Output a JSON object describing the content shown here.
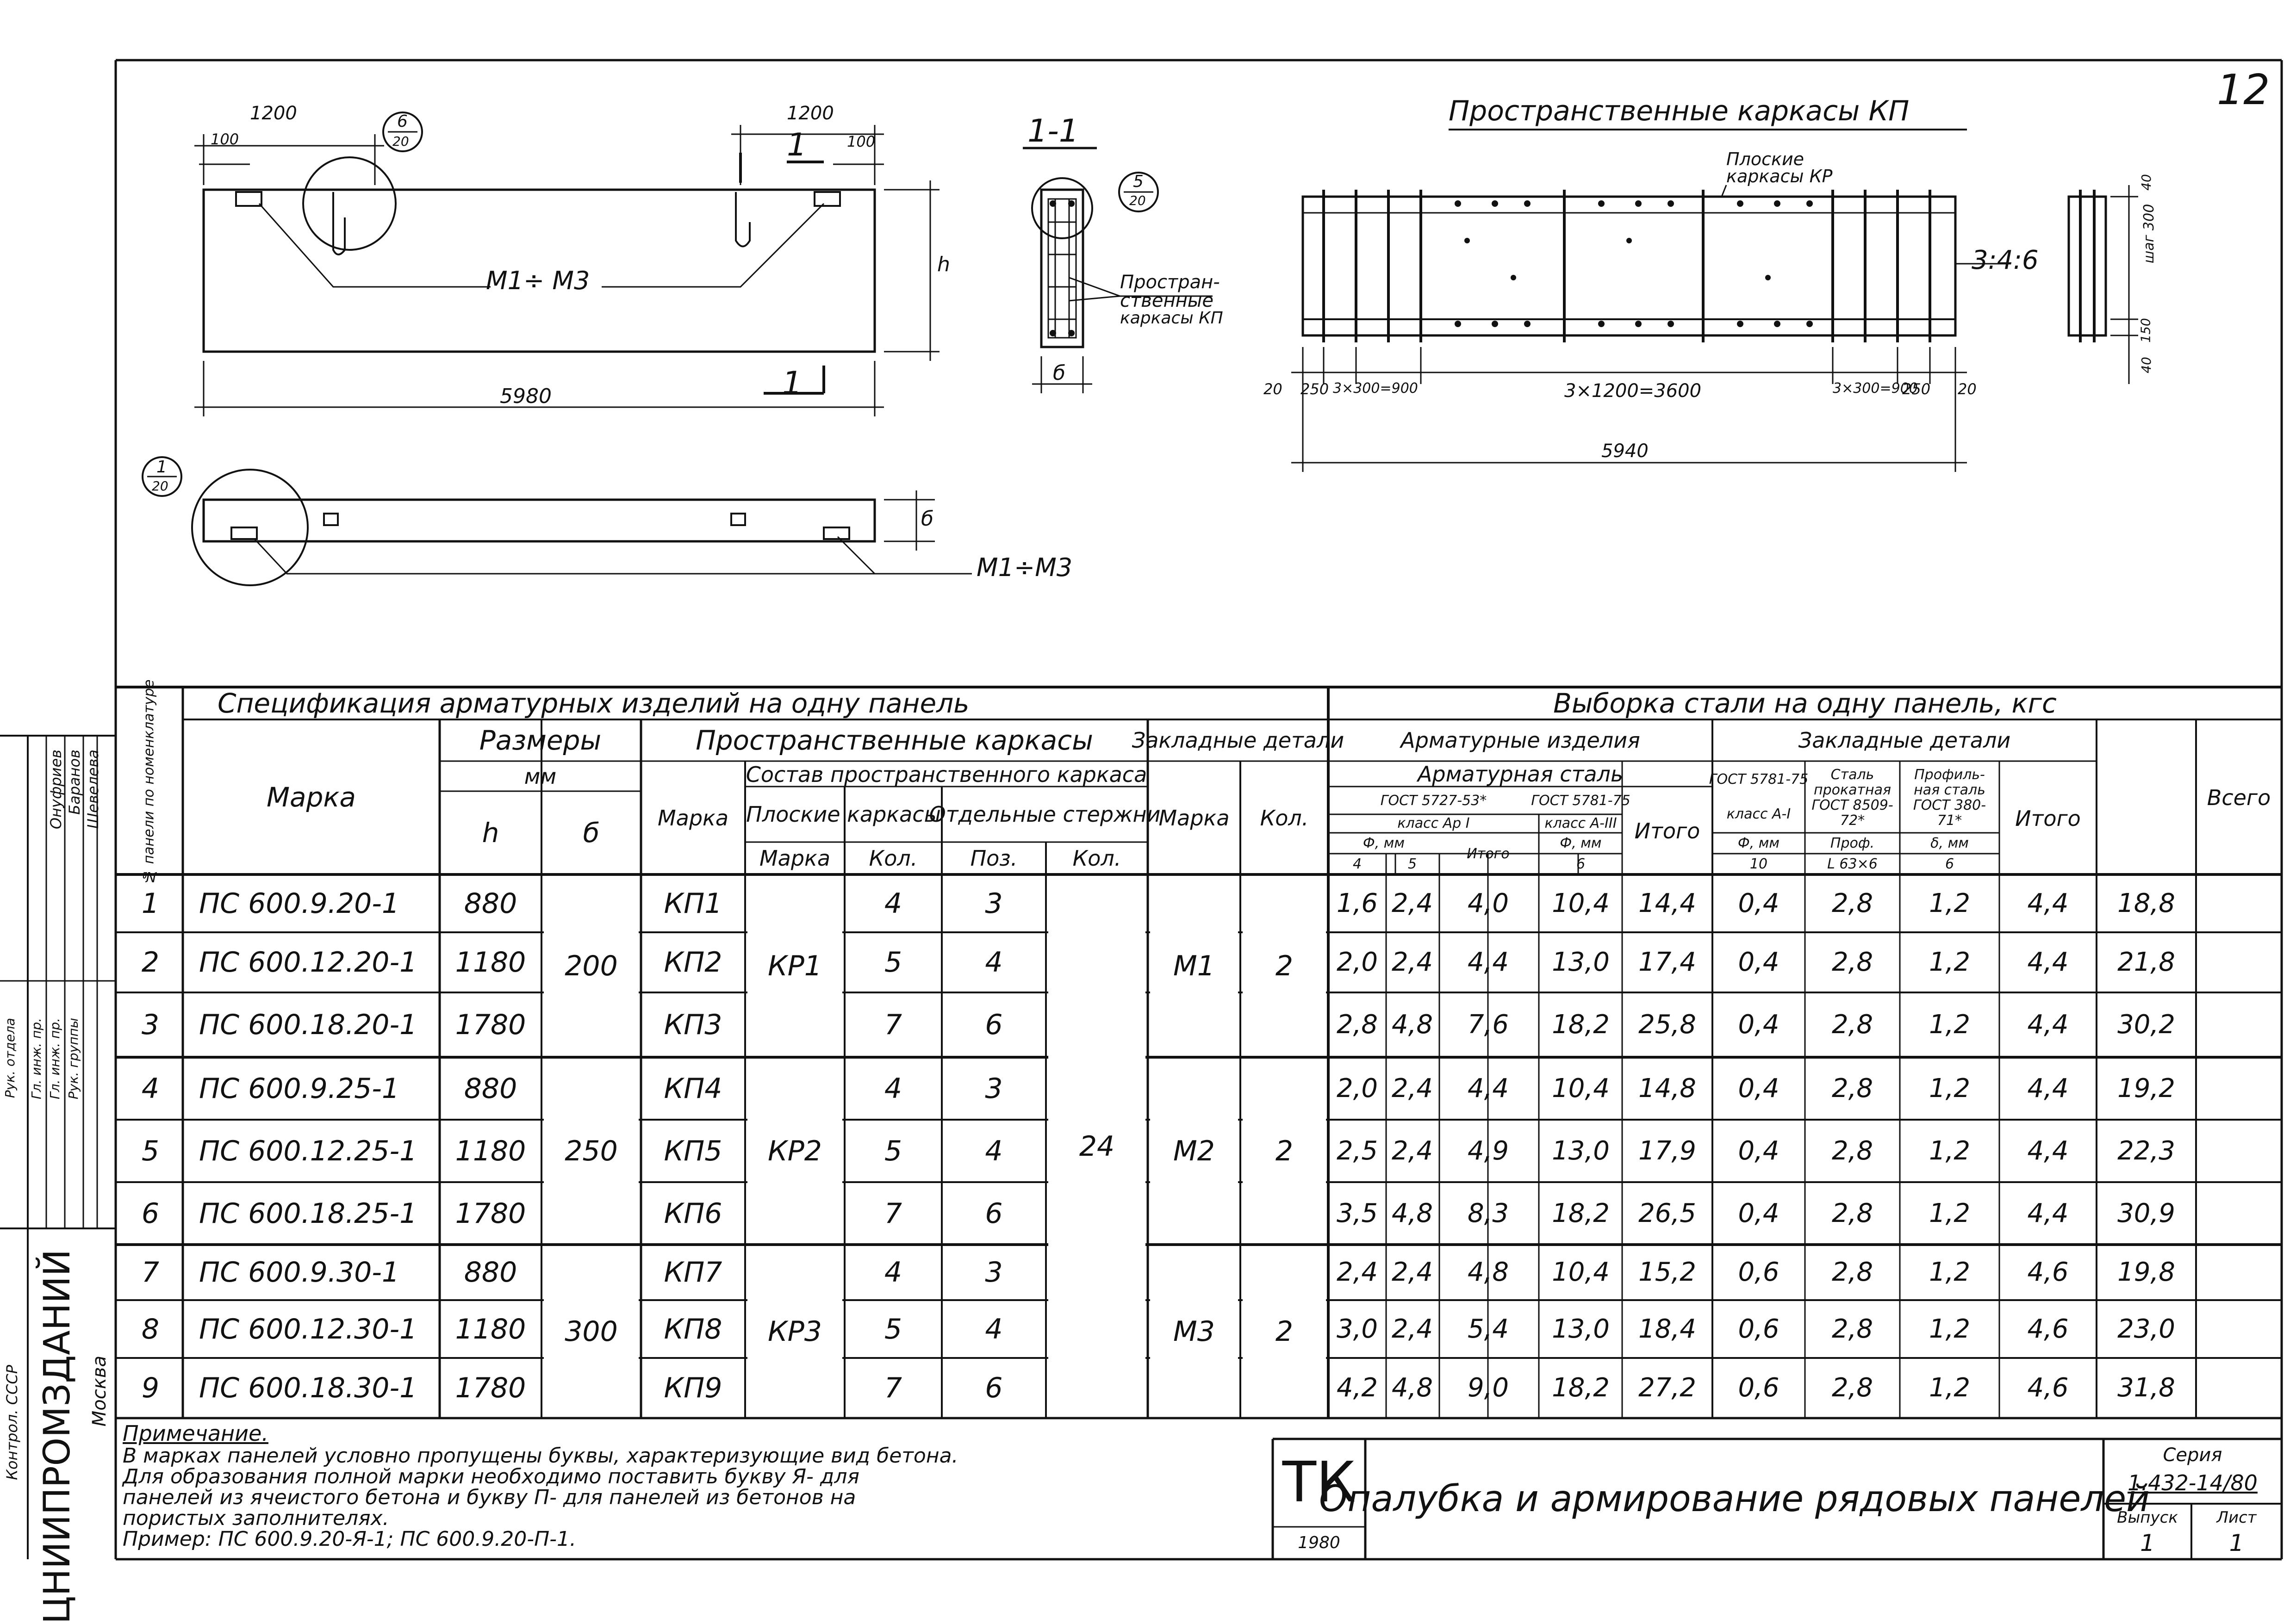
{
  "sheet_number": "12",
  "drawing": {
    "panel_front": {
      "dim_left": "1200",
      "dim_left_small": "100",
      "dim_right": "1200",
      "dim_right_small": "100",
      "callout_6": {
        "num": "6",
        "sheet": "20"
      },
      "embedded_label": "М1÷ М3",
      "length": "5980",
      "height_label": "h",
      "section_mark": "1"
    },
    "panel_top": {
      "callout_1": {
        "num": "1",
        "sheet": "20"
      },
      "width_label": "б",
      "embedded_label": "М1÷М3"
    },
    "section_1_1": {
      "title": "1-1",
      "callout_5": {
        "num": "5",
        "sheet": "20"
      },
      "label_lines": [
        "Простран-",
        "ственные",
        "каркасы КП"
      ],
      "width_label": "б"
    },
    "frames": {
      "title": "Пространственные  каркасы КП",
      "flat_label": [
        "Плоские",
        "каркасы КР"
      ],
      "ratio_label": "3:4:6",
      "dims": [
        "20",
        "250",
        "3×300=900",
        "3×1200=3600",
        "3×300=900",
        "250",
        "20"
      ],
      "length": "5940",
      "side_dims": [
        "40",
        "шаг 300",
        "150",
        "40"
      ]
    }
  },
  "spec_table": {
    "title": "Спецификация   арматурных   изделий   на  одну   панель",
    "col_no": "№ панели по номенклатуре",
    "col_mark": "Марка",
    "col_sizes": "Размеры",
    "col_sizes_unit": "мм",
    "col_h": "h",
    "col_b": "б",
    "col_spatial": "Пространственные   каркасы",
    "col_spatial_mark": "Марка",
    "col_composition": "Состав  пространственного каркаса",
    "col_flat": "Плоские каркасы",
    "col_flat_mark": "Марка",
    "col_flat_qty": "Кол.",
    "col_bars": "Отдельные стержни",
    "col_bars_pos": "Поз.",
    "col_bars_qty": "Кол.",
    "col_embedded": "Закладные детали",
    "col_emb_mark": "Марка",
    "col_emb_qty": "Кол."
  },
  "steel_table": {
    "title": "Выборка   стали   на  одну  панель,  кгс",
    "col_rebar_items": "Арматурные   изделия",
    "col_rebar_steel": "Арматурная   сталь",
    "col_gost_5781": "ГОСТ  5727-53*",
    "col_class_ai": "класс  Ар I",
    "col_dia_mm": "Ф, мм",
    "col_d4": "4",
    "col_d5": "5",
    "col_subtotal": "Итого",
    "col_gost_b": "ГОСТ 5781-75",
    "col_class_aiii": "класс А-III",
    "col_dia_mm2": "Ф, мм",
    "col_d6": "6",
    "col_total_rebar": "Итого",
    "col_embedded": "Закладные   детали",
    "col_gost_c": "ГОСТ 5781-75",
    "col_class_c": "класс А-I",
    "col_dia_c": "Ф, мм",
    "col_d10": "10",
    "col_steel_rolled": "Сталь прокатная ГОСТ 8509-72*",
    "col_prof": "Проф.",
    "col_prof_val": "L 63×6",
    "col_sheet": "Профиль-ная сталь ГОСТ 380-71*",
    "col_sheet_delta": "δ, мм",
    "col_sheet_val": "6",
    "col_emb_total": "Итого",
    "col_grand_total": "Всего"
  },
  "rows": [
    {
      "no": "1",
      "mark": "ПС 600.9.20-1",
      "h": "880",
      "kp": "КП1",
      "flat_qty": "4",
      "pos": "3",
      "d4": "1,6",
      "d5": "2,4",
      "sub1": "4,0",
      "d6": "10,4",
      "rebar_total": "14,4",
      "d10": "0,4",
      "angle": "2,8",
      "plate": "1,2",
      "emb_total": "4,4",
      "total": "18,8"
    },
    {
      "no": "2",
      "mark": "ПС 600.12.20-1",
      "h": "1180",
      "kp": "КП2",
      "flat_qty": "5",
      "pos": "4",
      "d4": "2,0",
      "d5": "2,4",
      "sub1": "4,4",
      "d6": "13,0",
      "rebar_total": "17,4",
      "d10": "0,4",
      "angle": "2,8",
      "plate": "1,2",
      "emb_total": "4,4",
      "total": "21,8"
    },
    {
      "no": "3",
      "mark": "ПС 600.18.20-1",
      "h": "1780",
      "kp": "КП3",
      "flat_qty": "7",
      "pos": "6",
      "d4": "2,8",
      "d5": "4,8",
      "sub1": "7,6",
      "d6": "18,2",
      "rebar_total": "25,8",
      "d10": "0,4",
      "angle": "2,8",
      "plate": "1,2",
      "emb_total": "4,4",
      "total": "30,2"
    },
    {
      "no": "4",
      "mark": "ПС 600.9.25-1",
      "h": "880",
      "kp": "КП4",
      "flat_qty": "4",
      "pos": "3",
      "d4": "2,0",
      "d5": "2,4",
      "sub1": "4,4",
      "d6": "10,4",
      "rebar_total": "14,8",
      "d10": "0,4",
      "angle": "2,8",
      "plate": "1,2",
      "emb_total": "4,4",
      "total": "19,2"
    },
    {
      "no": "5",
      "mark": "ПС 600.12.25-1",
      "h": "1180",
      "kp": "КП5",
      "flat_qty": "5",
      "pos": "4",
      "d4": "2,5",
      "d5": "2,4",
      "sub1": "4,9",
      "d6": "13,0",
      "rebar_total": "17,9",
      "d10": "0,4",
      "angle": "2,8",
      "plate": "1,2",
      "emb_total": "4,4",
      "total": "22,3"
    },
    {
      "no": "6",
      "mark": "ПС 600.18.25-1",
      "h": "1780",
      "kp": "КП6",
      "flat_qty": "7",
      "pos": "6",
      "d4": "3,5",
      "d5": "4,8",
      "sub1": "8,3",
      "d6": "18,2",
      "rebar_total": "26,5",
      "d10": "0,4",
      "angle": "2,8",
      "plate": "1,2",
      "emb_total": "4,4",
      "total": "30,9"
    },
    {
      "no": "7",
      "mark": "ПС 600.9.30-1",
      "h": "880",
      "kp": "КП7",
      "flat_qty": "4",
      "pos": "3",
      "d4": "2,4",
      "d5": "2,4",
      "sub1": "4,8",
      "d6": "10,4",
      "rebar_total": "15,2",
      "d10": "0,6",
      "angle": "2,8",
      "plate": "1,2",
      "emb_total": "4,6",
      "total": "19,8"
    },
    {
      "no": "8",
      "mark": "ПС 600.12.30-1",
      "h": "1180",
      "kp": "КП8",
      "flat_qty": "5",
      "pos": "4",
      "d4": "3,0",
      "d5": "2,4",
      "sub1": "5,4",
      "d6": "13,0",
      "rebar_total": "18,4",
      "d10": "0,6",
      "angle": "2,8",
      "plate": "1,2",
      "emb_total": "4,6",
      "total": "23,0"
    },
    {
      "no": "9",
      "mark": "ПС 600.18.30-1",
      "h": "1780",
      "kp": "КП9",
      "flat_qty": "7",
      "pos": "6",
      "d4": "4,2",
      "d5": "4,8",
      "sub1": "9,0",
      "d6": "18,2",
      "rebar_total": "27,2",
      "d10": "0,6",
      "angle": "2,8",
      "plate": "1,2",
      "emb_total": "4,6",
      "total": "31,8"
    }
  ],
  "groups": [
    {
      "b": "200",
      "kr": "КР1",
      "emb_mark": "М1",
      "emb_qty": "2"
    },
    {
      "b": "250",
      "kr": "КР2",
      "emb_mark": "М2",
      "emb_qty": "2"
    },
    {
      "b": "300",
      "kr": "КР3",
      "emb_mark": "М3",
      "emb_qty": "2"
    }
  ],
  "bars_qty_merged": "24",
  "notes": {
    "title": "Примечание.",
    "lines": [
      "В марках панелей условно пропущены буквы, характеризующие вид бетона.",
      "Для образования полной марки необходимо поставить букву Я- для",
      "панелей из ячеистого бетона и букву П- для панелей из бетонов на",
      "пористых заполнителях.",
      "Пример:  ПС 600.9.20-Я-1;     ПС 600.9.20-П-1."
    ]
  },
  "title_block": {
    "logo": "ТК",
    "year": "1980",
    "title": "Опалубка  и армирование рядовых панелей",
    "series_label": "Серия",
    "series_value": "1.432-14/80",
    "issue_label": "Выпуск",
    "issue_value": "1",
    "sheet_label": "Лист",
    "sheet_value": "1"
  },
  "side_stamp": {
    "org": "ЦНИИПРОМЗДАНИЙ",
    "city": "Москва",
    "roles": [
      "Рук. отдела",
      "Гл. инж. пр.",
      "Гл. инж. пр.",
      "Рук. группы"
    ],
    "names": [
      "Онуфриев",
      "Баранов",
      "Шевелева"
    ],
    "extra": "Контрол. СССР"
  }
}
